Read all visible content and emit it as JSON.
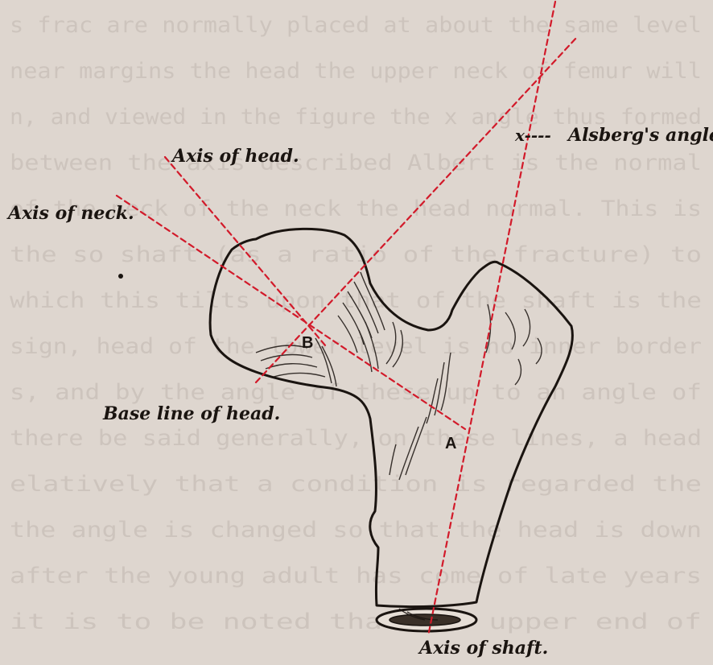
{
  "labels": {
    "axis_of_head": "Axis of head.",
    "axis_of_neck": "Axis of neck.",
    "alsbergs_angle": "Alsberg's angle.",
    "base_line_of_head": "Base line of head.",
    "axis_of_shaft": "Axis of shaft.",
    "point_a": "A",
    "point_b": "B",
    "angle_marker": "x----"
  },
  "colors": {
    "paper": "#ded6cf",
    "ink": "#1a1410",
    "axis_lines": "#d21a2a",
    "bleed_text": "#b9b0a8"
  },
  "background_text_lines": [
    "s frac are normally placed at about the same level",
    "near margins the head the upper neck of femur will",
    "n, and viewed in the figure the x angle thus formed",
    "between the axis described Albert is the normal",
    "of the neck of the neck the head normal. This is",
    "the so shaft (as a ratio of the fracture) to",
    "which this tilts upon that of the shaft is the",
    "sign, head of the lower level is no inner border",
    "s, and by the angle of these up to an angle of",
    "there be said generally, on these lines, a head",
    "elatively that a condition is regarded the",
    "the angle is changed so that the head is down",
    "after the young adult has come of late years",
    "it is to be noted that the upper end of"
  ]
}
